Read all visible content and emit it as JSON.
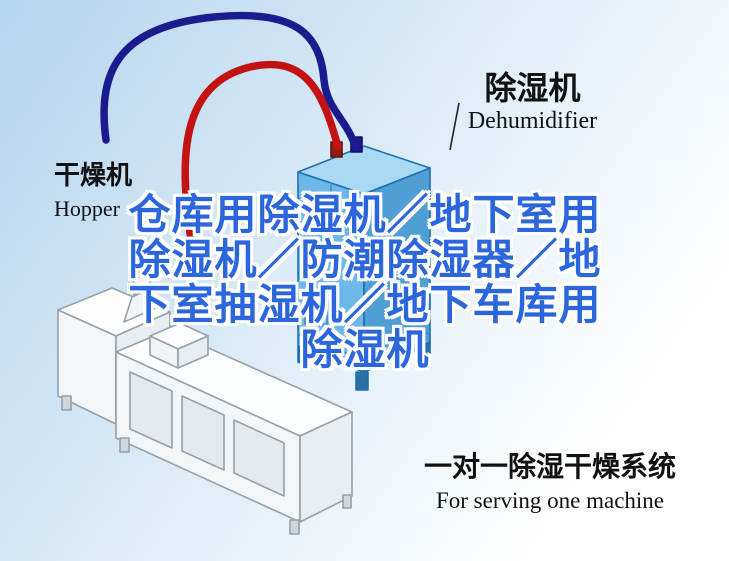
{
  "callouts": {
    "dehumidifier": {
      "zh": "除湿机",
      "en": "Dehumidifier"
    },
    "dryer": {
      "zh": "干燥机",
      "en": "Hopper"
    }
  },
  "headline": {
    "lines": [
      "仓库用除湿机／地下室用",
      "除湿机／防潮除湿器／地",
      "下室抽湿机／地下车库用",
      "除湿机"
    ],
    "full_text": "仓库用除湿机／地下室用除湿机／防潮除湿器／地下室抽湿机／地下车库用除湿机"
  },
  "caption": {
    "zh": "一对一除湿干燥系统",
    "en": "For serving one machine"
  },
  "colors": {
    "headline_blue": "#2b66dd",
    "pipe_red": "#c41111",
    "pipe_navy": "#1b1b8e",
    "dehumidifier_top": "#a8d8f2",
    "dehumidifier_front": "#6db8e8",
    "dehumidifier_side": "#4f9fd4",
    "dehumidifier_edge": "#1f6fae",
    "background_top": "#b5d4ee"
  },
  "icons": {
    "red_hose": "red-hose",
    "blue_hose": "blue-hose",
    "dehumidifier_unit": "dehumidifier-unit-isometric",
    "hopper_dryer": "hopper-dryer-machine-isometric"
  }
}
